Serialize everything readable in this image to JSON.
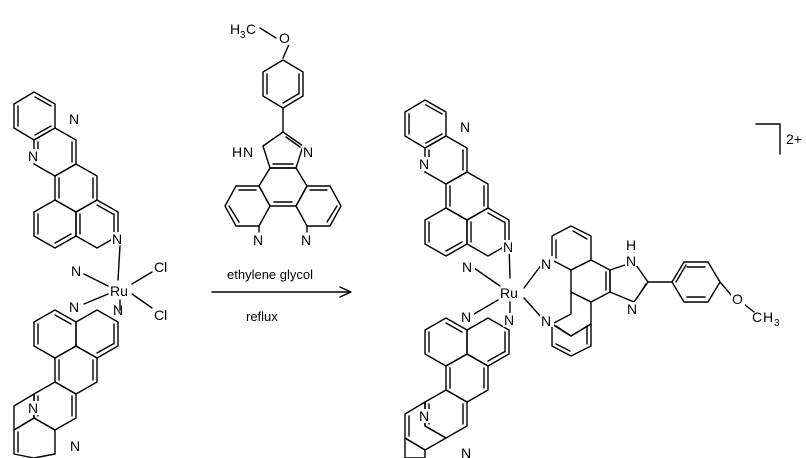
{
  "diagram": {
    "conditions": {
      "top": "ethylene glycol",
      "bottom": "reflux"
    },
    "charge": "2+",
    "ligand": {
      "methyl_H": "H",
      "methyl_sub": "3",
      "methyl_C": "C",
      "oxygen": "O",
      "nh": "H",
      "n": "N"
    },
    "reactant": {
      "metal": "Ru",
      "cl1": "Cl",
      "cl2": "Cl",
      "n": "N"
    },
    "product": {
      "metal": "Ru",
      "n": "N",
      "nh": "H",
      "oxygen": "O",
      "methyl_C": "C",
      "methyl_H": "H",
      "methyl_sub": "3"
    }
  }
}
